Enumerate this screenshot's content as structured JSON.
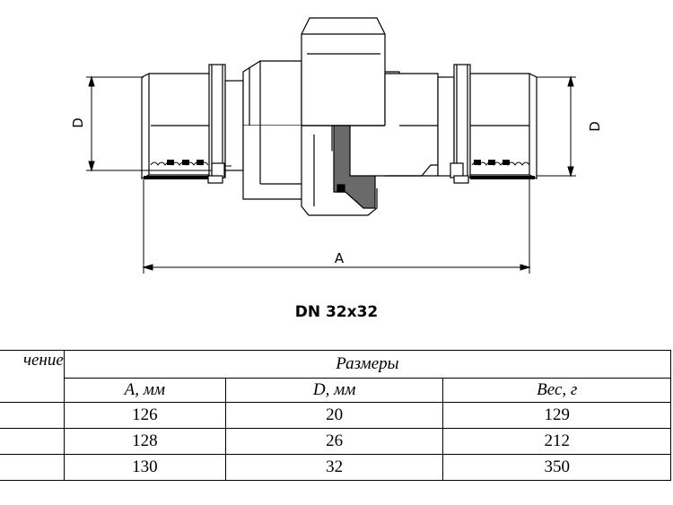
{
  "drawing": {
    "dim_A": "A",
    "dim_D_left": "D",
    "dim_D_right": "D"
  },
  "caption": "DN 32x32",
  "table": {
    "col0_header": "чение",
    "group_header": "Размеры",
    "sub_headers": [
      "A, мм",
      "D, мм",
      "Вес, г"
    ],
    "rows": [
      {
        "a": "126",
        "d": "20",
        "w": "129"
      },
      {
        "a": "128",
        "d": "26",
        "w": "212"
      },
      {
        "a": "130",
        "d": "32",
        "w": "350"
      }
    ]
  },
  "colors": {
    "line": "#000000",
    "hatch": "#6a6a6a",
    "background": "#ffffff"
  }
}
